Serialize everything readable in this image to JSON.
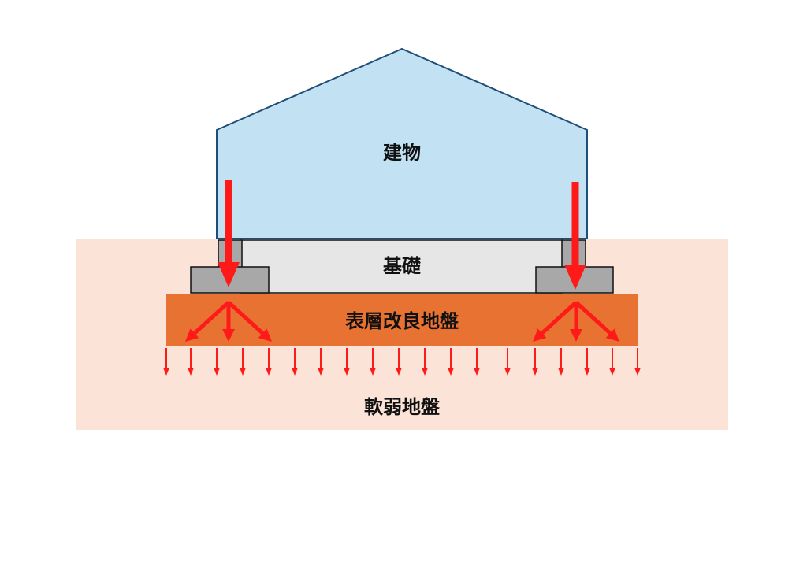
{
  "labels": {
    "building": "建物",
    "foundation": "基礎",
    "improved_ground": "表層改良地盤",
    "soft_ground": "軟弱地盤"
  },
  "colors": {
    "soft_ground": "#fbe3d8",
    "improved_ground": "#e87232",
    "building_fill": "#c2e2f3",
    "building_stroke": "#1f4e79",
    "foundation_fill": "#e6e6e6",
    "footing_fill": "#a8a8a8",
    "footing_stroke": "#111111",
    "arrow": "#ff1a1a"
  }
}
